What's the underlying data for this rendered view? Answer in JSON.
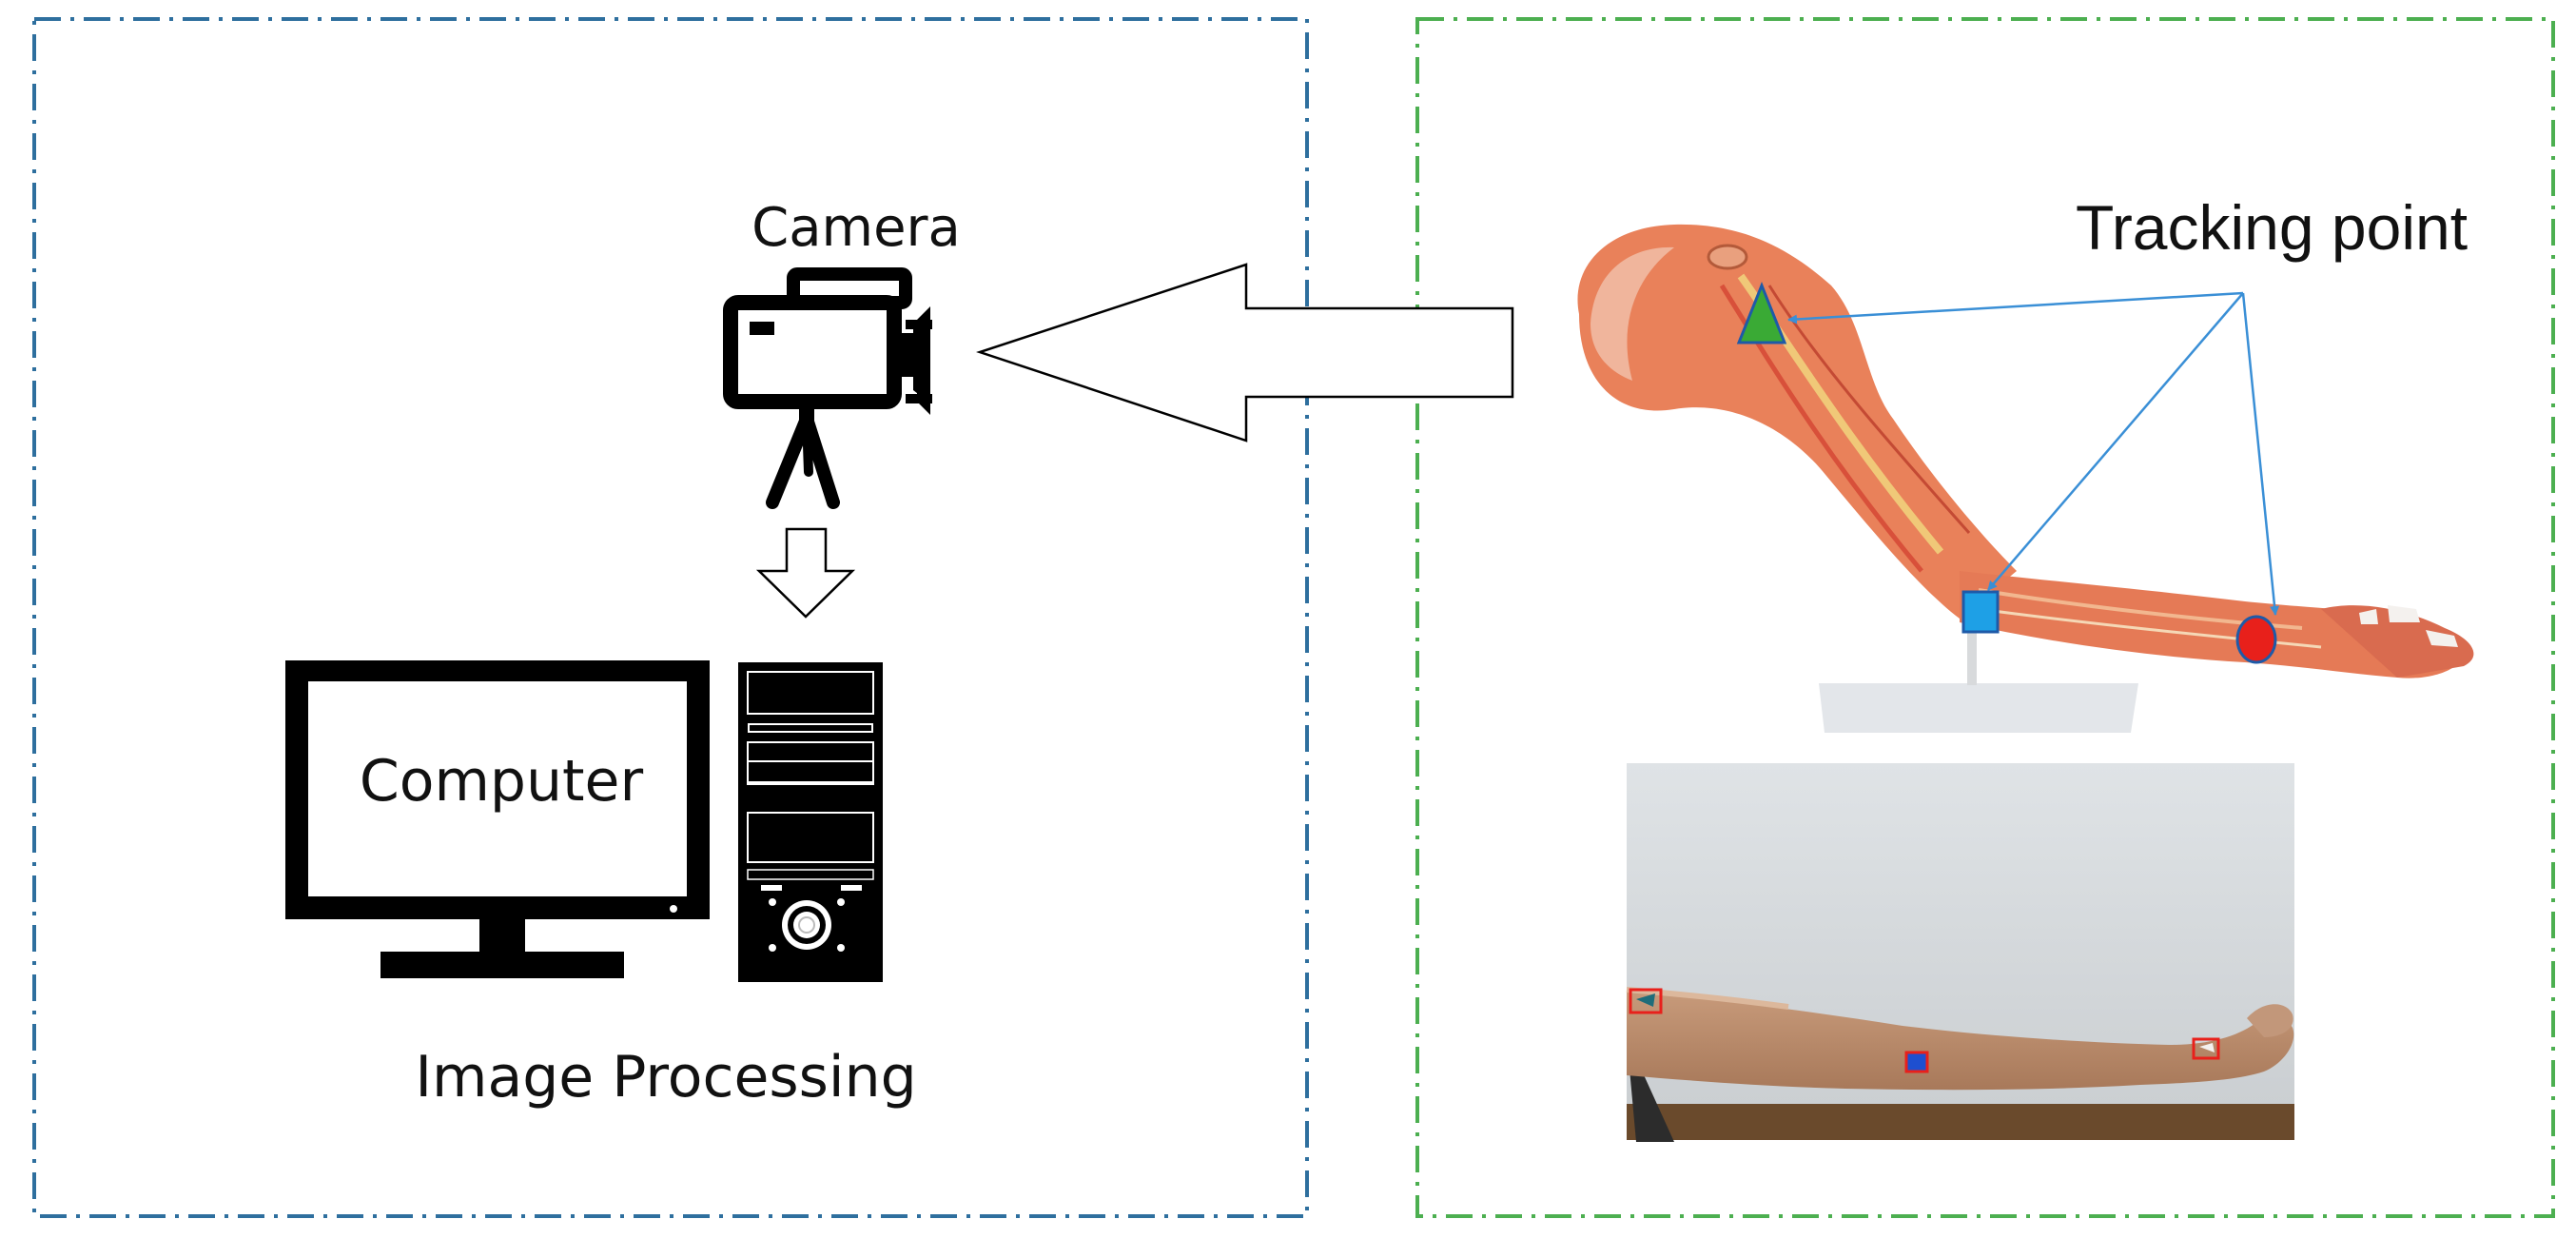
{
  "labels": {
    "camera": "Camera",
    "computer": "Computer",
    "image_processing": "Image Processing",
    "tracking_point": "Tracking point"
  },
  "panels": {
    "left_border_color": "#2e6f9e",
    "right_border_color": "#4caf50"
  },
  "markers": {
    "shoulder": {
      "shape": "triangle",
      "color": "#3aaa35"
    },
    "elbow": {
      "shape": "square",
      "color": "#1ea0e6"
    },
    "wrist": {
      "shape": "circle",
      "color": "#e8201b"
    }
  },
  "icons": [
    "camera-icon",
    "down-arrow-icon",
    "monitor-icon",
    "tower-pc-icon",
    "left-arrow-icon"
  ]
}
